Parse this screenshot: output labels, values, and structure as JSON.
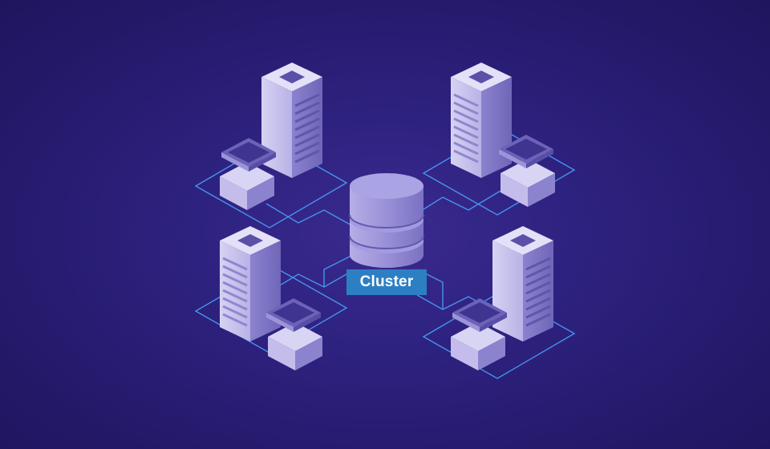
{
  "diagram": {
    "center_label": "Cluster",
    "nodes": [
      {
        "id": "server-top-left"
      },
      {
        "id": "server-top-right"
      },
      {
        "id": "server-bottom-left"
      },
      {
        "id": "server-bottom-right"
      }
    ]
  },
  "colors": {
    "background": "#25196b",
    "circuit_line": "#4aa8ff",
    "label_background": "#2d7fc4",
    "label_text": "#ffffff",
    "server_light": "#c9c4ee",
    "server_dark": "#7e74c4"
  },
  "icons": {
    "center": "database-icon",
    "nodes": "server-rack-icon",
    "chips": "chip-module-icon"
  }
}
